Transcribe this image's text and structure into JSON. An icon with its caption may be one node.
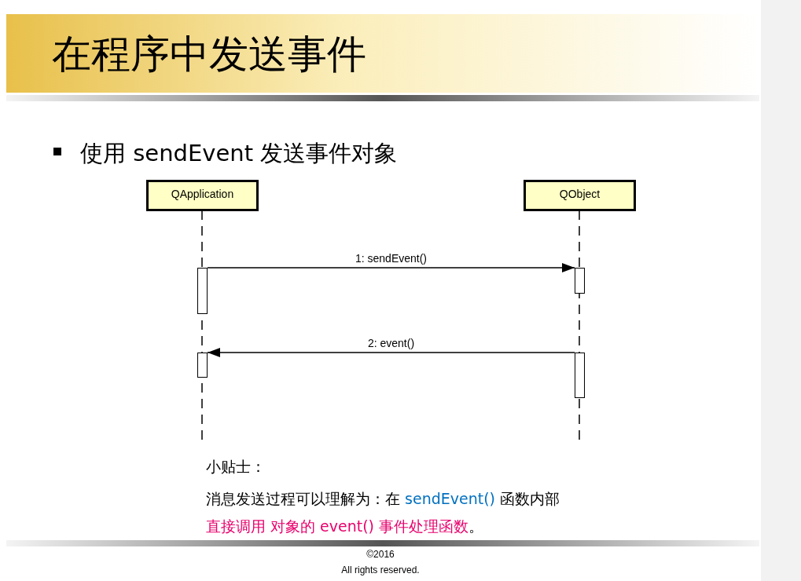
{
  "diagram": {
    "title": "在程序中发送事件",
    "nodes": [
      {
        "text": [
          "QApplication"
        ]
      },
      {
        "text": [
          "QObject"
        ]
      },
      {
        "text": [],
        "shape": "bar"
      },
      {
        "text": [],
        "shape": "bar"
      },
      {
        "text": [],
        "shape": "bar"
      },
      {
        "text": [],
        "shape": "bar"
      }
    ],
    "edges": [
      {
        "from": 2,
        "to": 3,
        "arrow": "to",
        "label": "1: sendEvent()"
      },
      {
        "from": 5,
        "to": 4,
        "arrow": "to",
        "label": "2: event()"
      }
    ],
    "labels": [
      "使用 sendEvent 发送事件对象",
      "小贴士：",
      "消息发送过程可以理解为：在 ",
      "sendEvent()",
      " 函数内部",
      "直接调用 对象的 event() 事件处理函数",
      "。",
      "©2016",
      "All rights reserved."
    ]
  }
}
